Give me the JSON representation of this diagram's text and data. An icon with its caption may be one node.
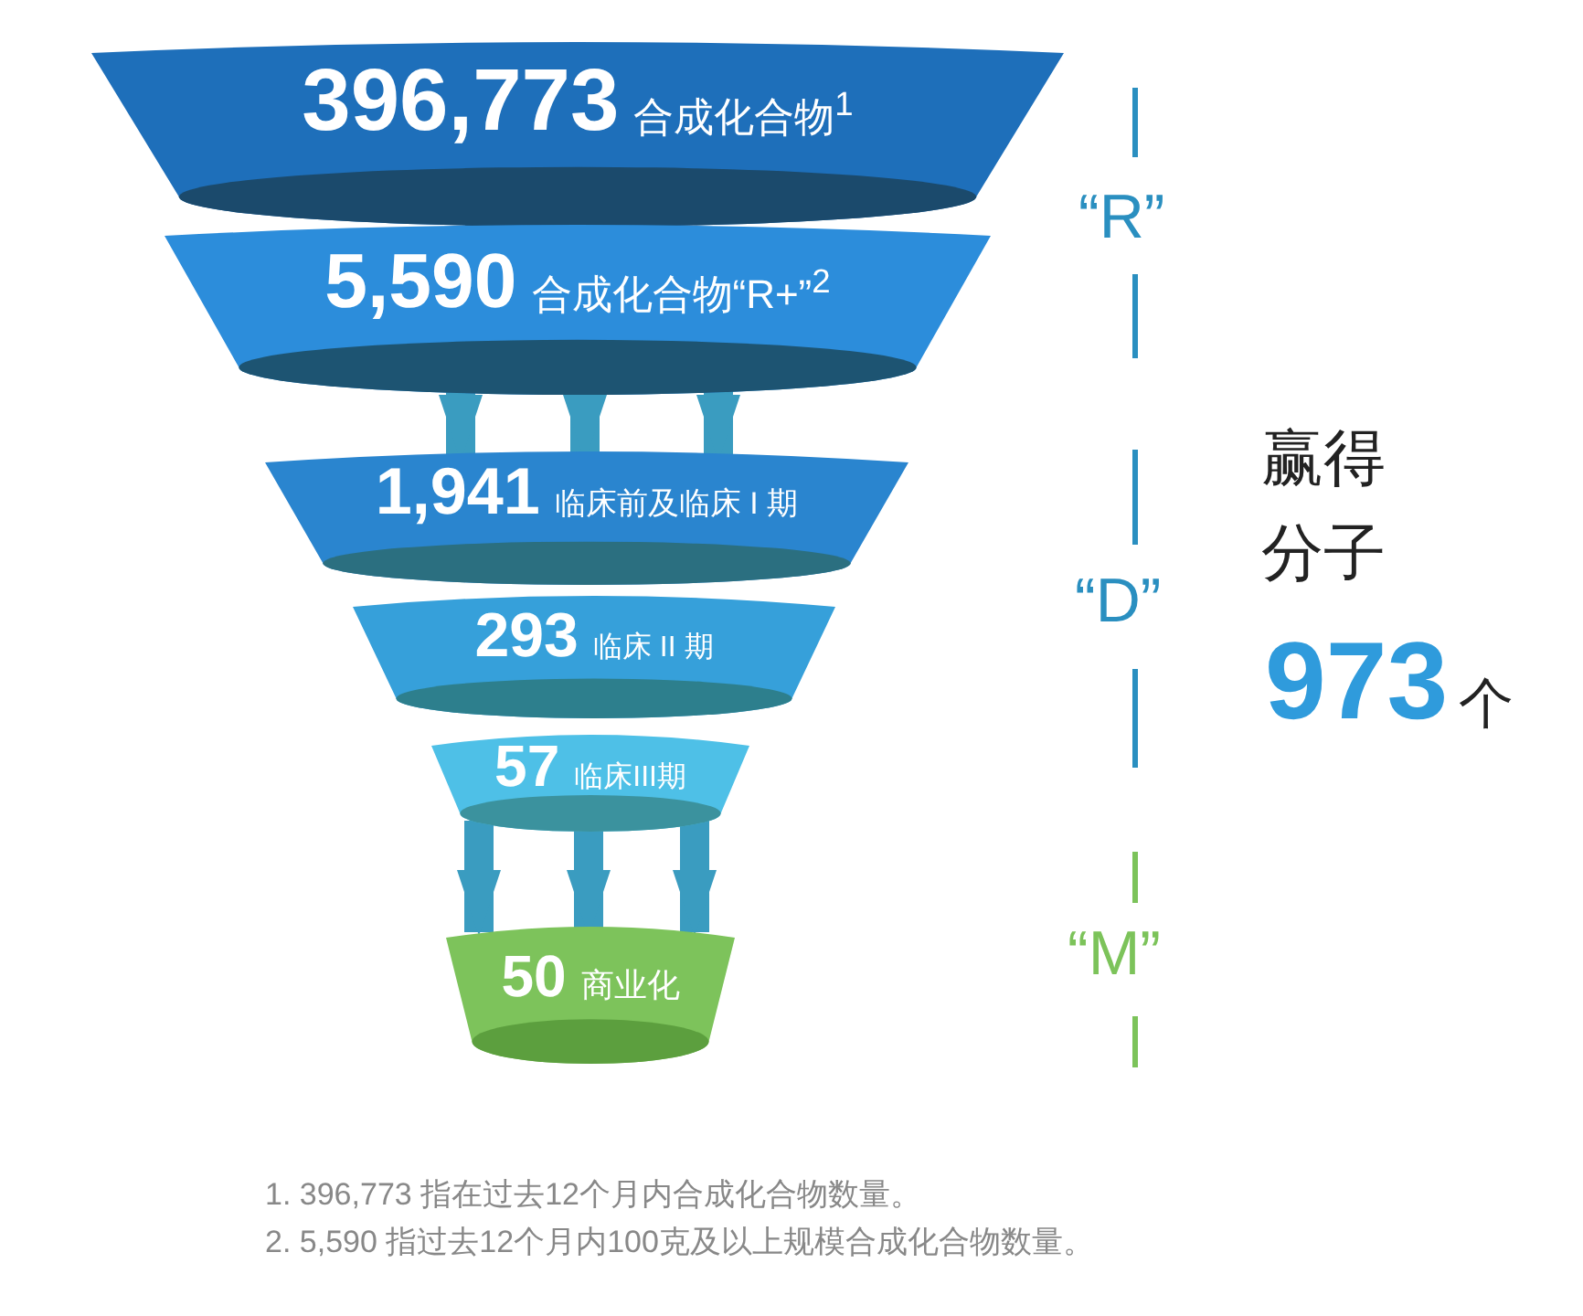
{
  "diagram": {
    "nodes": [
      {
        "text": [
          "396,773",
          "合成化合物$^{1}$"
        ]
      },
      {
        "text": [
          "5,590",
          "合成化合物“R+”$^{2}$"
        ]
      },
      {
        "text": [
          "1,941",
          "临床前及临床 I 期"
        ]
      },
      {
        "text": [
          "293",
          "临床 II 期"
        ]
      },
      {
        "text": [
          "57",
          "临床III期"
        ]
      },
      {
        "text": [
          "50",
          "商业化"
        ]
      }
    ],
    "edges": [
      {
        "from": 1,
        "to": 2,
        "arrow": "to"
      },
      {
        "from": 1,
        "to": 2,
        "arrow": "to"
      },
      {
        "from": 1,
        "to": 2,
        "arrow": "to"
      },
      {
        "from": 4,
        "to": 5,
        "arrow": "to"
      },
      {
        "from": 4,
        "to": 5,
        "arrow": "to"
      },
      {
        "from": 4,
        "to": 5,
        "arrow": "to"
      }
    ],
    "labels": [
      "“R”",
      "赢得分子",
      "“D”",
      "973",
      "个",
      "“M”",
      "1. 396,773 指在过去12个月内合成化合物数量。",
      "2. 5,590 指过去12个月内100克及以上规模合成化合物数量。"
    ]
  }
}
